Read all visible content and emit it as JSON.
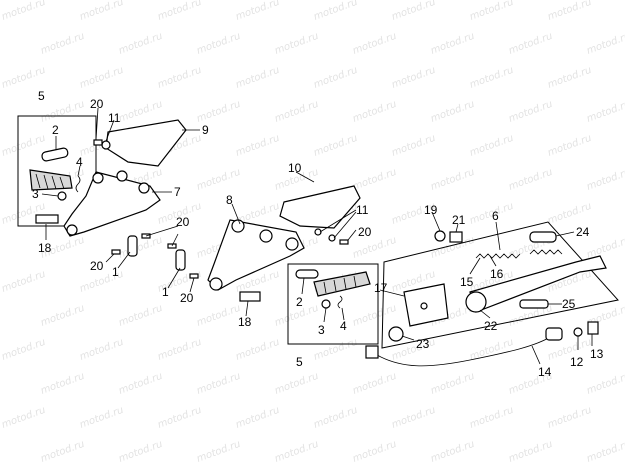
{
  "watermark": "motod.ru",
  "labels": {
    "l5a": "5",
    "l2a": "2",
    "l4a": "4",
    "l3a": "3",
    "l18a": "18",
    "l20a": "20",
    "l11a": "11",
    "l9": "9",
    "l7": "7",
    "l20b": "20",
    "l20c": "20",
    "l1a": "1",
    "l1b": "1",
    "l20d": "20",
    "l8": "8",
    "l10": "10",
    "l11b": "11",
    "l20e": "20",
    "l2b": "2",
    "l3b": "3",
    "l4b": "4",
    "l18b": "18",
    "l5b": "5",
    "l19": "19",
    "l21": "21",
    "l6": "6",
    "l24": "24",
    "l16": "16",
    "l15": "15",
    "l17": "17",
    "l22": "22",
    "l25": "25",
    "l23": "23",
    "l12": "12",
    "l13": "13",
    "l14": "14"
  }
}
